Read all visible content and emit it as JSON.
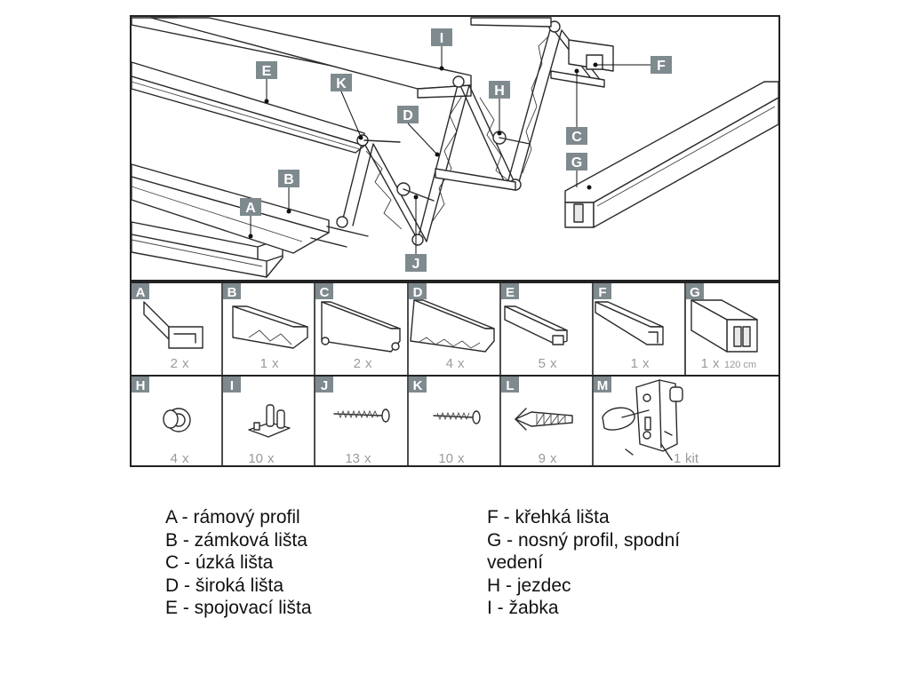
{
  "diagram": {
    "callouts": [
      "A",
      "B",
      "C",
      "D",
      "E",
      "F",
      "G",
      "H",
      "I",
      "J",
      "K"
    ],
    "parts": [
      {
        "letter": "A",
        "qty": "2",
        "unit": "x",
        "extra": ""
      },
      {
        "letter": "B",
        "qty": "1",
        "unit": "x",
        "extra": ""
      },
      {
        "letter": "C",
        "qty": "2",
        "unit": "x",
        "extra": ""
      },
      {
        "letter": "D",
        "qty": "4",
        "unit": "x",
        "extra": ""
      },
      {
        "letter": "E",
        "qty": "5",
        "unit": "x",
        "extra": ""
      },
      {
        "letter": "F",
        "qty": "1",
        "unit": "x",
        "extra": ""
      },
      {
        "letter": "G",
        "qty": "1",
        "unit": "x",
        "extra": "120 cm"
      },
      {
        "letter": "H",
        "qty": "4",
        "unit": "x",
        "extra": ""
      },
      {
        "letter": "I",
        "qty": "10",
        "unit": "x",
        "extra": ""
      },
      {
        "letter": "J",
        "qty": "13",
        "unit": "x",
        "extra": ""
      },
      {
        "letter": "K",
        "qty": "10",
        "unit": "x",
        "extra": ""
      },
      {
        "letter": "L",
        "qty": "9",
        "unit": "x",
        "extra": ""
      },
      {
        "letter": "M",
        "qty": "1",
        "unit": "kit",
        "extra": ""
      }
    ]
  },
  "legend": {
    "left": [
      "A - rámový profil",
      "B - zámková lišta",
      "C - úzká lišta",
      "D - široká lišta",
      "E - spojovací lišta"
    ],
    "right": [
      "F - křehká lišta",
      "G - nosný profil, spodní vedení",
      "H - jezdec",
      "I  - žabka"
    ]
  },
  "colors": {
    "tag_fill": "#7f8a8f",
    "qty_text": "#9a9a9a",
    "line": "#2a2a2a"
  }
}
